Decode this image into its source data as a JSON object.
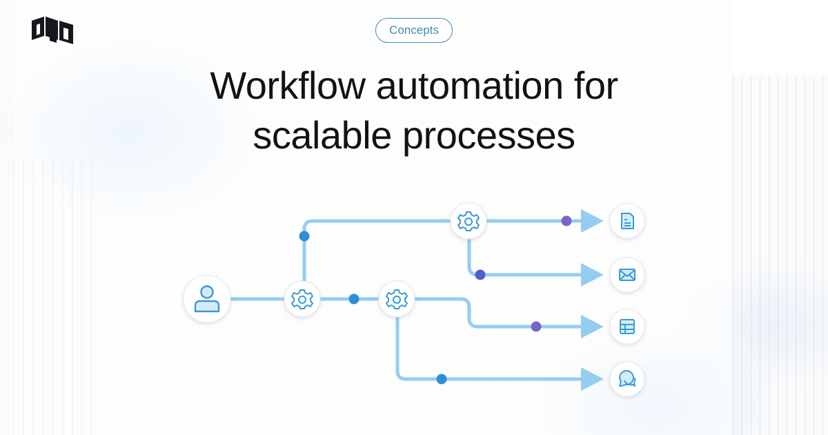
{
  "badge": {
    "label": "Concepts"
  },
  "heading": {
    "line1": "Workflow automation for",
    "line2": "scalable processes"
  },
  "colors": {
    "connector": "#94cdf0",
    "dot_blue": "#2c8fd6",
    "dot_purple": "#7467c8",
    "icon_stroke": "#3a9ad4",
    "accent_text": "#3e8ab5"
  },
  "diagram": {
    "source_icon": "user-icon",
    "process_icons": [
      "gear-icon",
      "gear-icon",
      "gear-icon"
    ],
    "output_icons": [
      "document-icon",
      "mail-icon",
      "table-icon",
      "chat-icon"
    ]
  }
}
